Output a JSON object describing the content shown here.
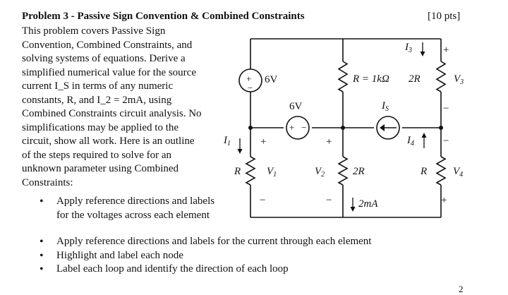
{
  "header": {
    "title": "Problem 3 - Passive Sign Convention & Combined Constraints",
    "points": "[10 pts]"
  },
  "intro_lines": [
    "This problem covers Passive Sign",
    "Convention, Combined Constraints, and",
    "solving systems of equations. Derive a",
    "simplified numerical value for the source",
    "current I_S in terms of any numeric",
    "constants, R, and I_2 = 2mA, using",
    "Combined Constraints circuit analysis. No",
    "simplifications may be applied to the",
    "circuit, show all work. Here is an outline",
    "of the steps required to solve for an",
    "unknown parameter using Combined",
    "Constraints:"
  ],
  "bullets": [
    "Apply reference directions and labels for the voltages across each element",
    "Apply reference directions and labels for the current through each element",
    "Highlight and label each node",
    "Label each loop and identify the direction of each loop"
  ],
  "circuit": {
    "vs_left": "6V",
    "vs_mid": "6V",
    "r_top": "R = 1kΩ",
    "r_2r_top": "2R",
    "r_2r_bottom": "2R",
    "r_left": "R",
    "r_right": "R",
    "i1": "I",
    "i1_sub": "1",
    "i2": "2mA",
    "i3": "I",
    "i3_sub": "3",
    "i4": "I",
    "i4_sub": "4",
    "is": "I",
    "is_sub": "S",
    "v1": "V",
    "v1_sub": "1",
    "v2": "V",
    "v2_sub": "2",
    "v3": "V",
    "v3_sub": "3",
    "v4": "V",
    "v4_sub": "4",
    "plus": "+",
    "minus": "−"
  },
  "page_number": "2"
}
